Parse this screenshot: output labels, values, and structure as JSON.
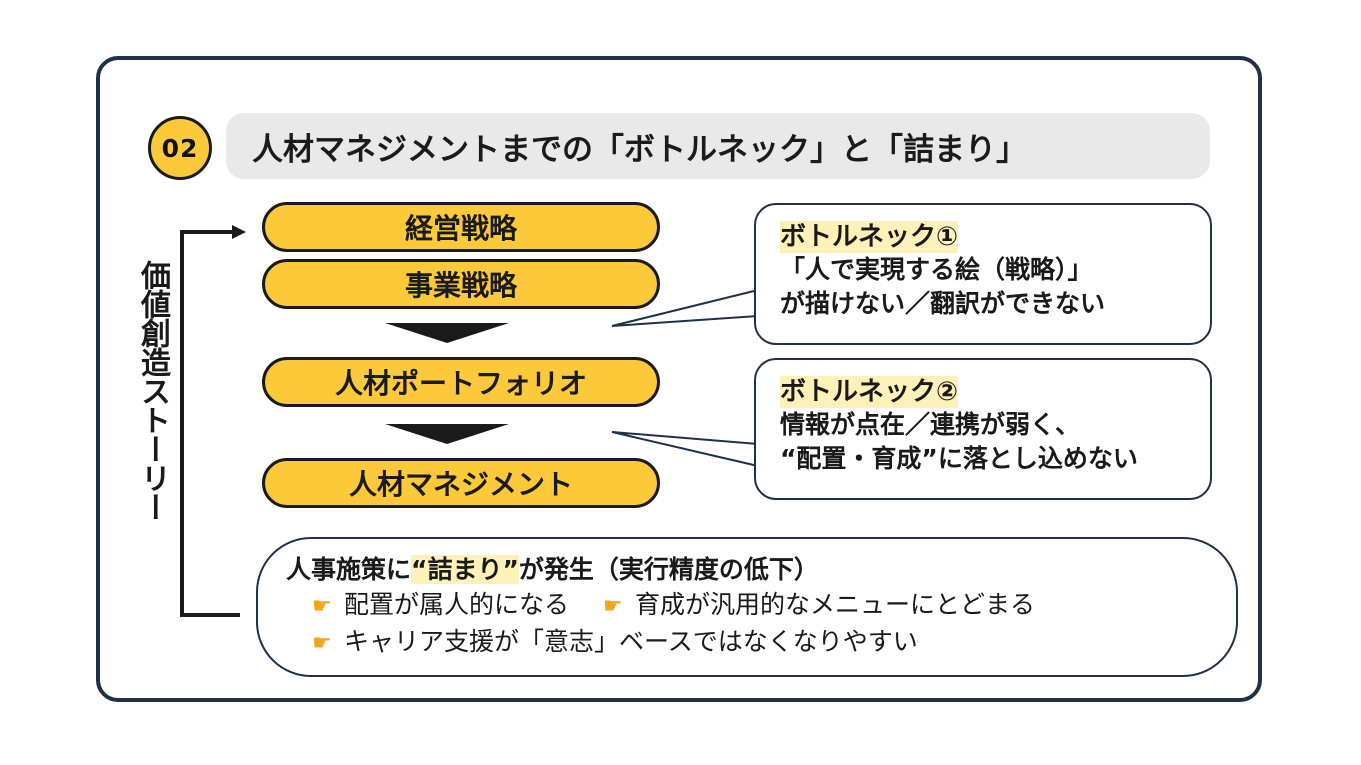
{
  "section_number": "02",
  "title": "人材マネジメントまでの「ボトルネック」と「詰まり」",
  "vertical_label": "価値創造ストーリー",
  "flow": [
    {
      "label": "経営戦略"
    },
    {
      "label": "事業戦略"
    },
    {
      "label": "人材ポートフォリオ"
    },
    {
      "label": "人材マネジメント"
    }
  ],
  "callouts": [
    {
      "head": "ボトルネック①",
      "lines": [
        "「人で実現する絵（戦略）」",
        "が描けない／翻訳ができない"
      ]
    },
    {
      "head": "ボトルネック②",
      "lines": [
        "情報が点在／連携が弱く、",
        "“配置・育成”に落とし込めない"
      ]
    }
  ],
  "bottom": {
    "title_prefix": "人事施策に",
    "title_highlight": "“詰まり”",
    "title_suffix": "が発生（実行精度の低下）",
    "items": [
      {
        "icon": "pointing-hand-icon",
        "text": "配置が属人的になる"
      },
      {
        "icon": "pointing-hand-icon",
        "text": "育成が汎用的なメニューにとどまる"
      },
      {
        "icon": "pointing-hand-icon",
        "text": "キャリア支援が「意志」ベースではなくなりやすい"
      }
    ]
  },
  "colors": {
    "accent_yellow": "#fbc93a",
    "highlight": "#fdf0b8",
    "frame_navy": "#1f3147",
    "title_bg": "#e9e9ea"
  }
}
